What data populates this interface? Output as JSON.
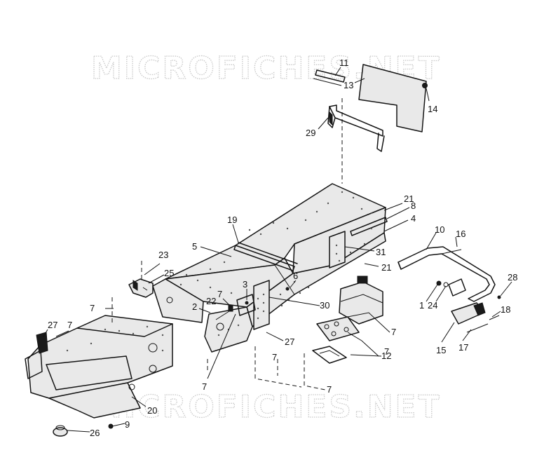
{
  "watermark": {
    "top": "MICROFICHES.NET",
    "bottom": "MICROFICHES.NET"
  },
  "callouts": [
    {
      "id": "c11",
      "text": "11"
    },
    {
      "id": "c13",
      "text": "13"
    },
    {
      "id": "c14",
      "text": "14"
    },
    {
      "id": "c29",
      "text": "29"
    },
    {
      "id": "c21a",
      "text": "21"
    },
    {
      "id": "c8",
      "text": "8"
    },
    {
      "id": "c4",
      "text": "4"
    },
    {
      "id": "c19",
      "text": "19"
    },
    {
      "id": "c5",
      "text": "5"
    },
    {
      "id": "c31",
      "text": "31"
    },
    {
      "id": "c21b",
      "text": "21"
    },
    {
      "id": "c10",
      "text": "10"
    },
    {
      "id": "c16",
      "text": "16"
    },
    {
      "id": "c23",
      "text": "23"
    },
    {
      "id": "c25",
      "text": "25"
    },
    {
      "id": "c6",
      "text": "6"
    },
    {
      "id": "c3",
      "text": "3"
    },
    {
      "id": "c7a",
      "text": "7"
    },
    {
      "id": "c7b",
      "text": "7"
    },
    {
      "id": "c2",
      "text": "2"
    },
    {
      "id": "c22",
      "text": "22"
    },
    {
      "id": "c30",
      "text": "30"
    },
    {
      "id": "c28",
      "text": "28"
    },
    {
      "id": "c1",
      "text": "1"
    },
    {
      "id": "c24",
      "text": "24"
    },
    {
      "id": "c18",
      "text": "18"
    },
    {
      "id": "c7c",
      "text": "7"
    },
    {
      "id": "c27a",
      "text": "27"
    },
    {
      "id": "c7d",
      "text": "7"
    },
    {
      "id": "c27b",
      "text": "27"
    },
    {
      "id": "c7e",
      "text": "7"
    },
    {
      "id": "c12",
      "text": "12"
    },
    {
      "id": "c15",
      "text": "15"
    },
    {
      "id": "c17",
      "text": "17"
    },
    {
      "id": "c7f",
      "text": "7"
    },
    {
      "id": "c7g",
      "text": "7"
    },
    {
      "id": "c7h",
      "text": "7"
    },
    {
      "id": "c20",
      "text": "20"
    },
    {
      "id": "c9",
      "text": "9"
    },
    {
      "id": "c26",
      "text": "26"
    }
  ]
}
